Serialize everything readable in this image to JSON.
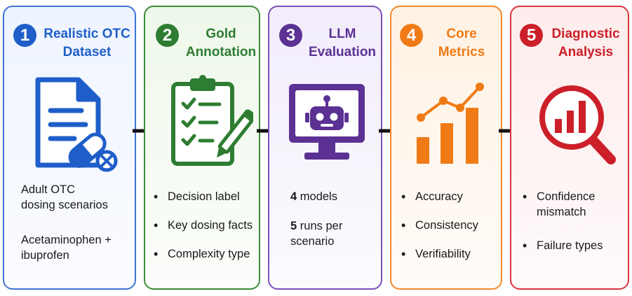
{
  "colors": {
    "step1": "#1f5ec9",
    "step2": "#2e7d32",
    "step3": "#5b3193",
    "step4": "#f07a16",
    "step5": "#cc1f29"
  },
  "steps": [
    {
      "number": "1",
      "title_lines": [
        "Realistic OTC",
        "Dataset"
      ],
      "icon": "document-pill-icon",
      "text_blocks": [
        [
          "Adult OTC",
          "dosing scenarios"
        ],
        [
          "Acetaminophen +",
          "ibuprofen"
        ]
      ]
    },
    {
      "number": "2",
      "title_lines": [
        "Gold",
        "Annotation"
      ],
      "icon": "clipboard-checklist-icon",
      "bullets": [
        "Decision label",
        "Key dosing facts",
        "Complexity type"
      ]
    },
    {
      "number": "3",
      "title_lines": [
        "LLM",
        "Evaluation"
      ],
      "icon": "robot-monitor-icon",
      "stats": [
        {
          "value": "4",
          "label_lines": [
            "models"
          ]
        },
        {
          "value": "5",
          "label_lines": [
            "runs per",
            "scenario"
          ]
        }
      ]
    },
    {
      "number": "4",
      "title_lines": [
        "Core",
        "Metrics"
      ],
      "icon": "bar-chart-trend-icon",
      "bullets": [
        "Accuracy",
        "Consistency",
        "Verifiability"
      ]
    },
    {
      "number": "5",
      "title_lines": [
        "Diagnostic",
        "Analysis"
      ],
      "icon": "magnifier-chart-icon",
      "bullets": [
        [
          "Confidence",
          "mismatch"
        ],
        "Failure types"
      ]
    }
  ]
}
